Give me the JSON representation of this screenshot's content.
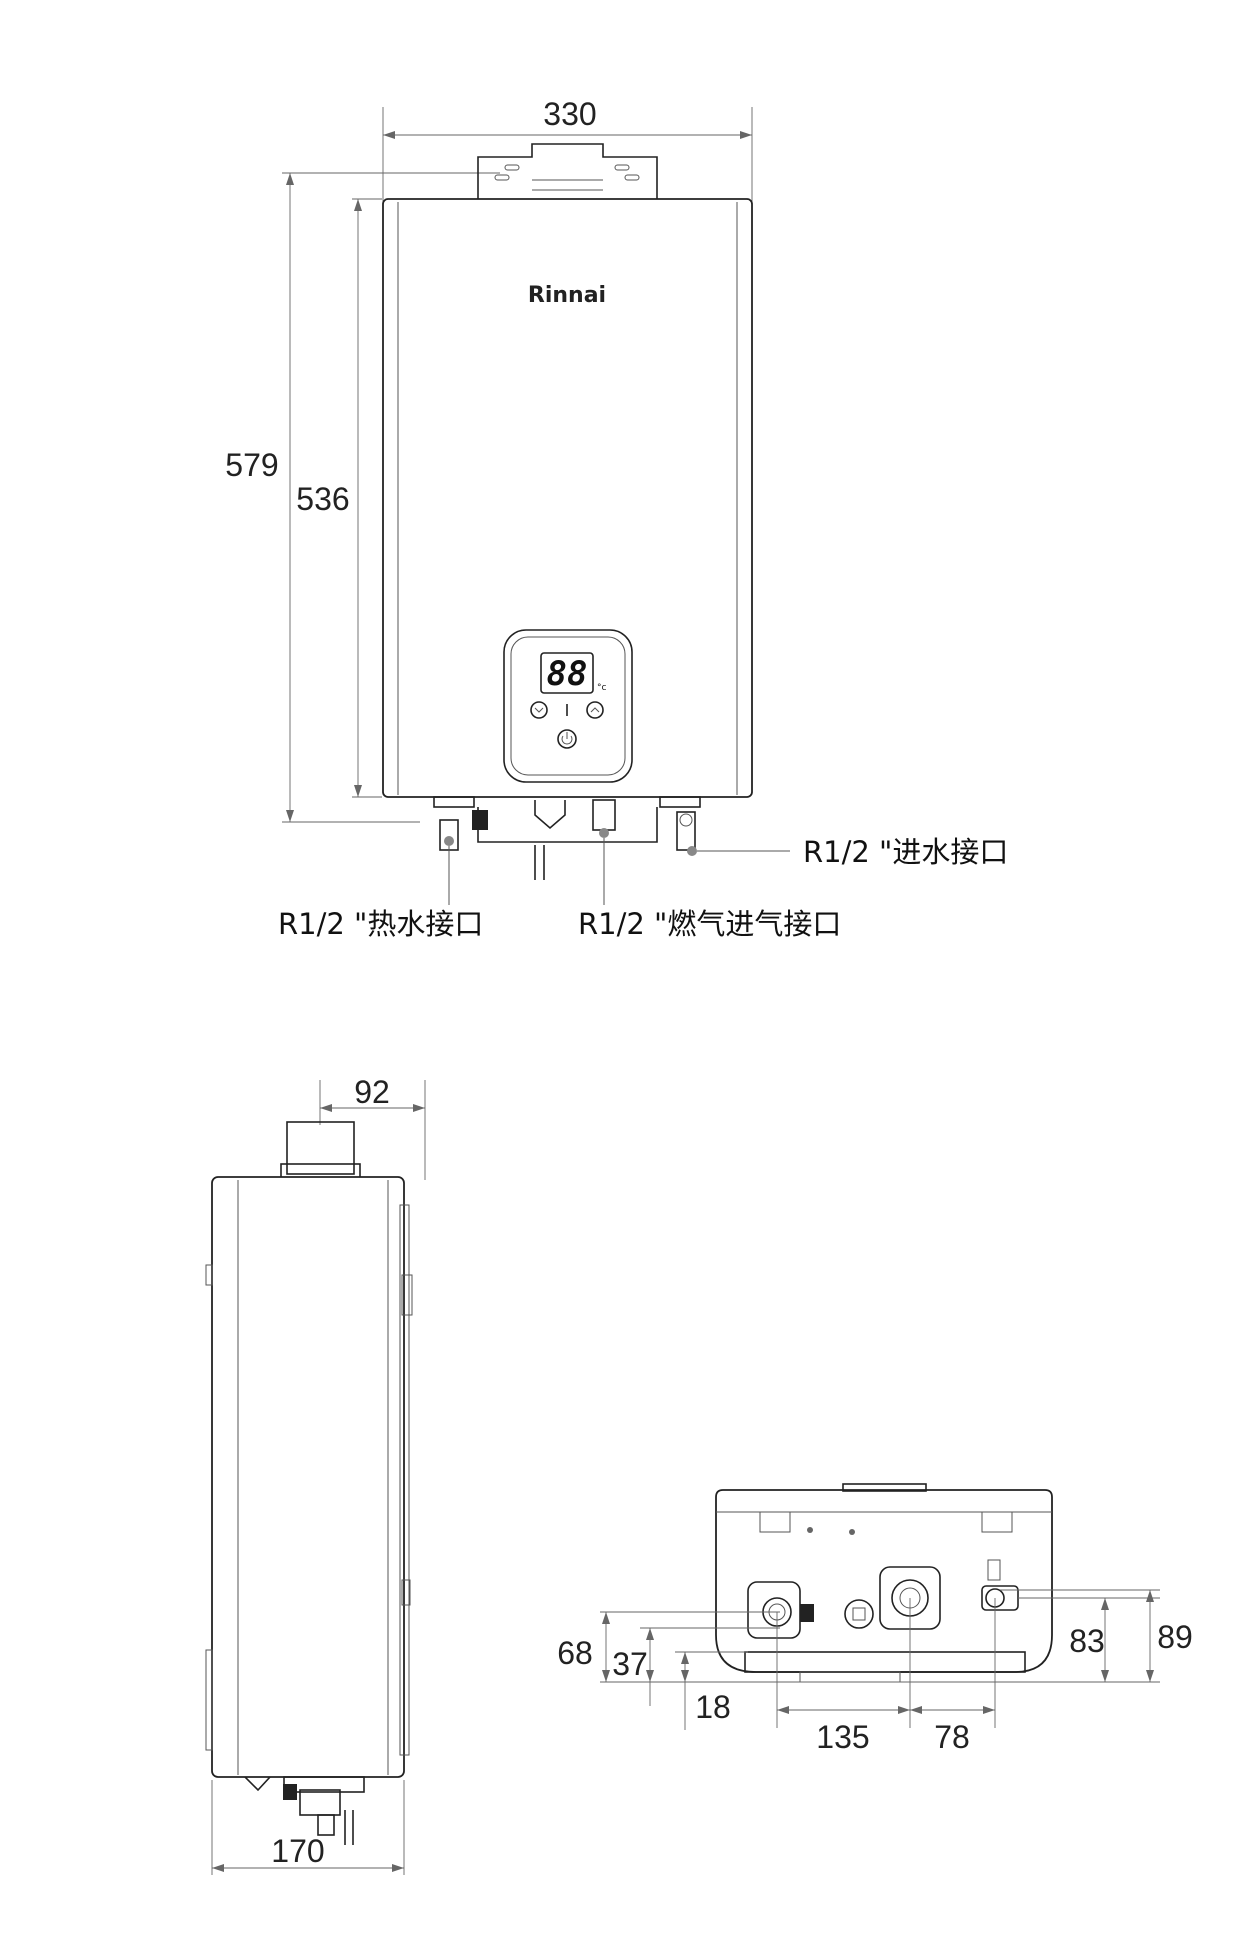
{
  "front_view": {
    "width_dim": "330",
    "total_height_dim": "579",
    "body_height_dim": "536",
    "brand": "Rinnai",
    "display_digits": "88",
    "display_unit": "°c",
    "labels": {
      "water_inlet": "R1/2 \"进水接口",
      "hot_water": "R1/2 \"热水接口",
      "gas_inlet": "R1/2 \"燃气进气接口"
    }
  },
  "side_view": {
    "flue_depth_dim": "92",
    "depth_dim": "170"
  },
  "bottom_view": {
    "dims": {
      "d68": "68",
      "d37": "37",
      "d18": "18",
      "d135": "135",
      "d78": "78",
      "d83": "83",
      "d89": "89"
    }
  }
}
